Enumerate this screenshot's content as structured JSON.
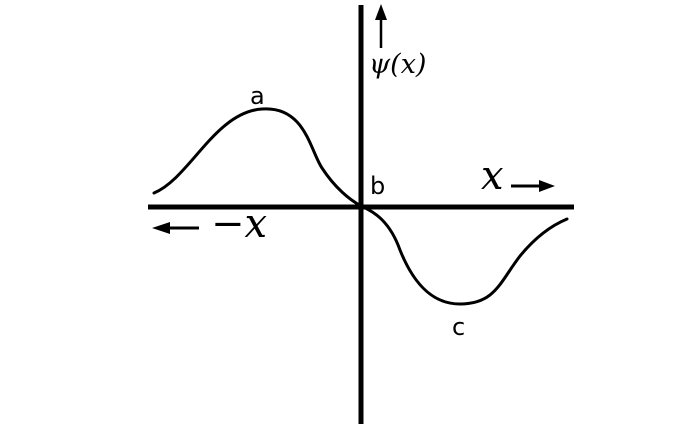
{
  "axes": {
    "y_label": "ψ(x)",
    "x_pos_label": "x",
    "x_neg_label": "−x",
    "x_pos_arrow": "⟶",
    "x_neg_arrow": "⟵"
  },
  "points": {
    "a": "a",
    "b": "b",
    "c": "c"
  },
  "colors": {
    "line": "#000000",
    "background": "#ffffff"
  }
}
